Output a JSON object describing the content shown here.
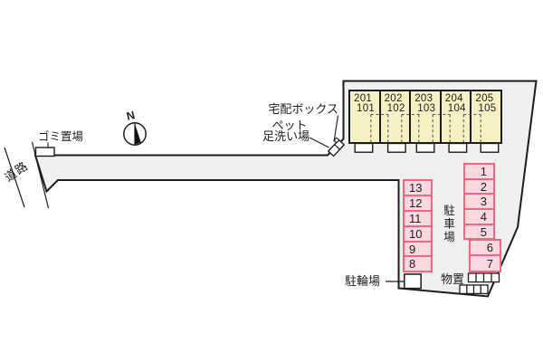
{
  "plan": {
    "north_label": "N",
    "road_label": "道路",
    "garbage_label": "ゴミ置場",
    "delivery_box_label": "宅配ボックス",
    "pet_wash_line1": "ペット",
    "pet_wash_line2": "足洗い場",
    "parking_label": "駐車場",
    "bicycle_label": "駐輪場",
    "storage_label": "物置"
  },
  "building": {
    "units": [
      {
        "upper": "201",
        "lower": "101"
      },
      {
        "upper": "202",
        "lower": "102"
      },
      {
        "upper": "203",
        "lower": "103"
      },
      {
        "upper": "204",
        "lower": "104"
      },
      {
        "upper": "205",
        "lower": "105"
      }
    ]
  },
  "parking": {
    "column_right": [
      "1",
      "2",
      "3",
      "4",
      "5"
    ],
    "column_right_lower": [
      "6",
      "7"
    ],
    "column_left": [
      "13",
      "12",
      "11",
      "10",
      "9",
      "8"
    ]
  },
  "colors": {
    "site_fill": "#f0f0f0",
    "outline": "#1c1c1c",
    "unit_fill": "#f7f0c3",
    "parking_fill": "#fbd8e0",
    "parking_border": "#f2677e"
  }
}
